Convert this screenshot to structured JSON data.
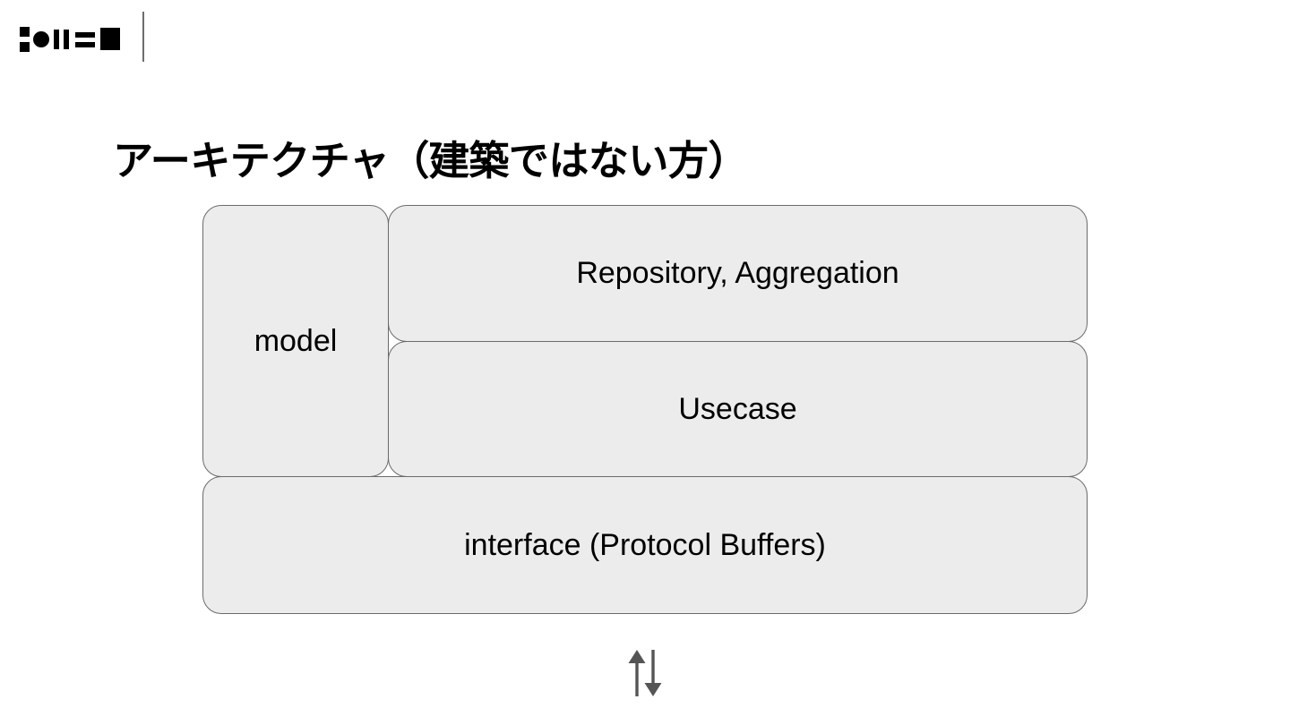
{
  "slide": {
    "background_color": "#ffffff",
    "title": "アーキテクチャ（建築ではない方）"
  },
  "header": {
    "logo_name": "brand-logo",
    "logo_color": "#000000",
    "divider_color": "#6e6e6e"
  },
  "diagram": {
    "type": "layered-architecture",
    "node_fill_color": "#ececec",
    "node_border_color": "#6b6b6b",
    "text_color": "#000000",
    "nodes": [
      {
        "id": "model",
        "label": "model"
      },
      {
        "id": "repository",
        "label": "Repository, Aggregation"
      },
      {
        "id": "usecase",
        "label": "Usecase"
      },
      {
        "id": "interface",
        "label": "interface (Protocol Buffers)"
      }
    ]
  },
  "footer": {
    "arrow_icon": "up-down-arrow-icon",
    "arrow_glyph": "↑↓",
    "arrow_color": "#555555"
  }
}
